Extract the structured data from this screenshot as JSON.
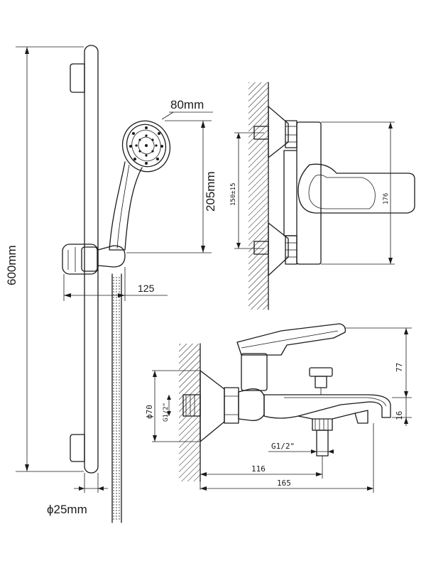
{
  "shower_set": {
    "height_label": "600mm",
    "head_diameter_label": "80mm",
    "head_height_label": "205mm",
    "slider_reach_label": "125",
    "rail_diameter_label": "ϕ25mm"
  },
  "mixer_top_view": {
    "center_distance_label": "150±15",
    "body_height_label": "176"
  },
  "mixer_side_view": {
    "flange_diameter_label": "ϕ70",
    "inlet_thread_label": "G1/2\"",
    "outlet_thread_label": "G1/2\"",
    "lever_height_label": "77",
    "spout_height_label": "16",
    "outlet_distance_label": "116",
    "spout_length_label": "165"
  }
}
